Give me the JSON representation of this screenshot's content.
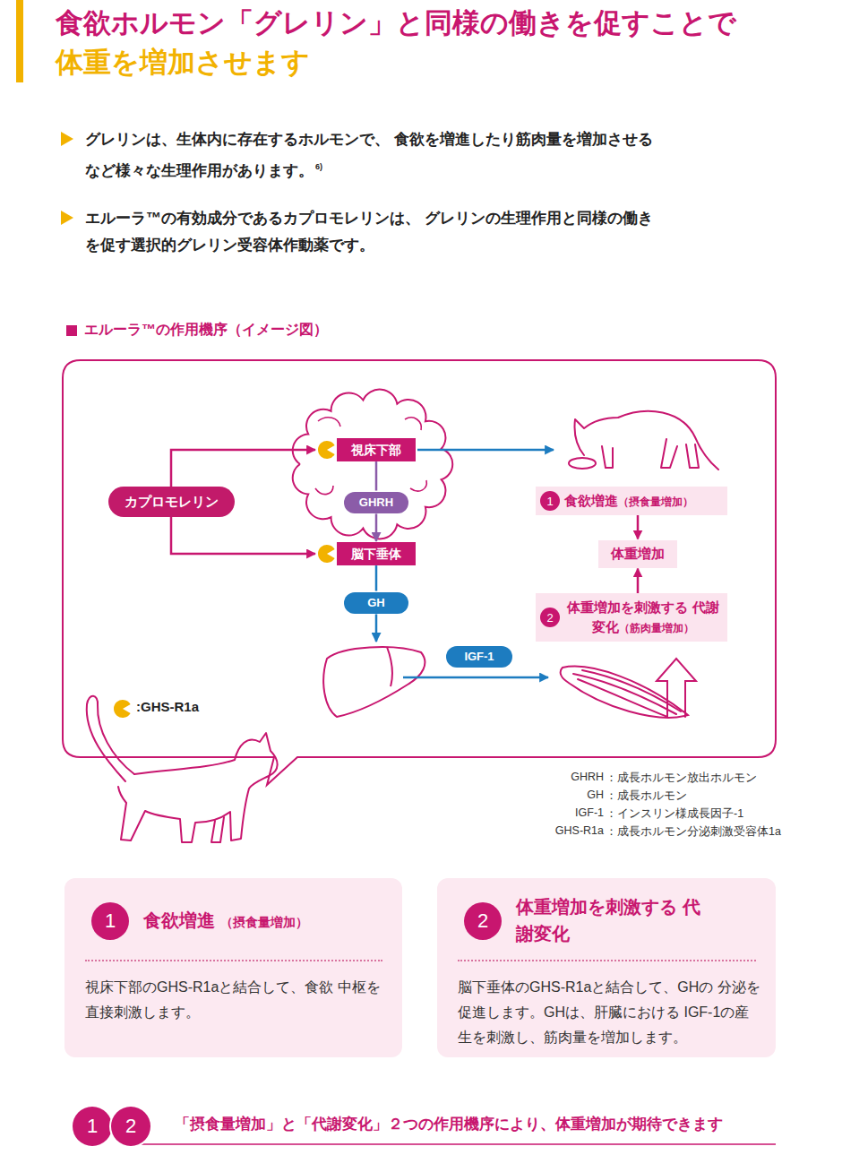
{
  "diagram": {
    "title": "食欲ホルモン「グレリン」と同様の働きを促すことで",
    "nodes": [
      {
        "text": [
          "視床下部"
        ]
      },
      {
        "text": [
          "カプロモレリン"
        ]
      },
      {
        "text": [
          "GHRH"
        ]
      },
      {
        "text": [
          "脳下垂体"
        ]
      },
      {
        "text": [
          "GH"
        ]
      },
      {
        "text": [
          "食欲増進",
          "（摂食量増加）"
        ]
      },
      {
        "text": [
          "1"
        ],
        "in": 5
      },
      {
        "text": [
          "体重増加"
        ]
      },
      {
        "text": [
          "体重増加を刺激する 代謝変化",
          "（筋肉量増加）"
        ]
      },
      {
        "text": [
          "2"
        ],
        "in": 8
      },
      {
        "text": [
          "IGF-1"
        ]
      },
      {
        "text": [
          "食欲増進",
          "（摂食量増加）",
          "視床下部のGHS-R1aと結合して、食欲 中枢を直接刺激します。"
        ]
      },
      {
        "text": [
          "1"
        ],
        "in": 11
      },
      {
        "text": [
          "体重増加を刺激する 代謝変化",
          "脳下垂体のGHS-R1aと結合して、GHの 分泌を促進します。GHは、肝臓における IGF-1の産生を刺激し、筋肉量を増加します。"
        ]
      },
      {
        "text": [
          "2"
        ],
        "in": 13
      },
      {
        "text": [
          "1"
        ]
      },
      {
        "text": [
          "2"
        ]
      }
    ],
    "edges": [
      {
        "from": 1,
        "to": 0,
        "arrow": "to"
      },
      {
        "from": 1,
        "to": 3,
        "arrow": "to"
      },
      {
        "from": 0,
        "to": 2,
        "arrow": "none"
      },
      {
        "from": 2,
        "to": 3,
        "arrow": "to"
      },
      {
        "from": 3,
        "to": 4,
        "arrow": "none"
      },
      {
        "from": 5,
        "to": 7,
        "arrow": "to"
      },
      {
        "from": 8,
        "to": 7,
        "arrow": "to"
      }
    ],
    "labels": [
      "体重を増加させます",
      "グレリンは、生体内に存在するホルモンで、 食欲を増進したり筋肉量を増加させるなど様々な生理作用があります。",
      "6)",
      "エルーラ™の有効成分であるカプロモレリンは、 グレリンの生理作用と同様の働きを促す選択的グレリン受容体作動薬です。",
      "エルーラ™の作用機序（イメージ図）",
      "GHRH",
      "：成長ホルモン放出ホルモン",
      "GH",
      "：成長ホルモン",
      "IGF-1",
      "：インスリン様成長因子-1",
      "GHS-R1a",
      "：成長ホルモン分泌刺激受容体1a",
      "「摂食量増加」と「代謝変化」２つの作用機序により、体重増加が期待できます"
    ],
    "legend": [
      {
        "text": ":GHS-R1a"
      }
    ]
  }
}
